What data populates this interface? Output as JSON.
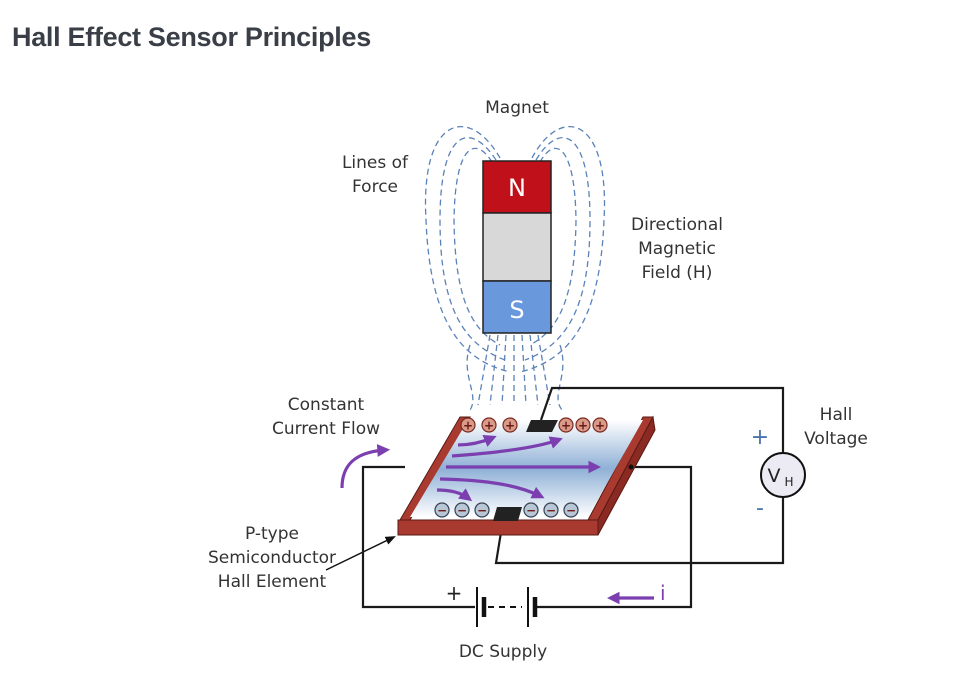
{
  "page": {
    "title": "Hall Effect Sensor Principles"
  },
  "diagram": {
    "labels": {
      "magnet": "Magnet",
      "lines_of_force_1": "Lines of",
      "lines_of_force_2": "Force",
      "directional_1": "Directional",
      "directional_2": "Magnetic",
      "directional_3": "Field (H)",
      "constant_current_1": "Constant",
      "constant_current_2": "Current Flow",
      "p_type_1": "P-type",
      "p_type_2": "Semiconductor",
      "p_type_3": "Hall Element",
      "hall_voltage_1": "Hall",
      "hall_voltage_2": "Voltage",
      "dc_supply": "DC Supply",
      "current_symbol": "i"
    },
    "magnet": {
      "north_label": "N",
      "south_label": "S"
    },
    "voltmeter": {
      "symbol": "V",
      "subscript": "H",
      "plus": "+",
      "minus": "-"
    },
    "battery": {
      "plus": "+"
    },
    "charges": {
      "positive_symbol": "+",
      "negative_symbol": "−",
      "positive_count": 6,
      "negative_count": 6
    },
    "colors": {
      "north": "#c0101a",
      "south": "#6a98dc",
      "magnet_body": "#d8d8d8",
      "field_lines": "#5b82b8",
      "current_arrows": "#7b3fb0",
      "element_frame": "#a83a30",
      "sign_blue": "#4a73b0"
    }
  }
}
